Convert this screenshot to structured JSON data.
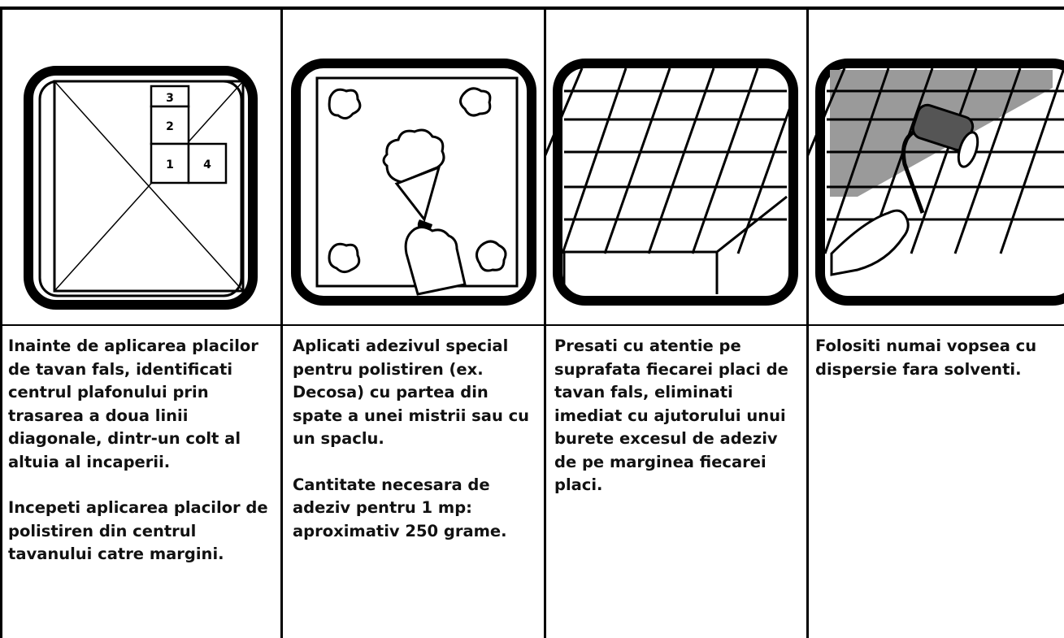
{
  "steps": [
    {
      "illustration": "ceiling-diagonals-tile-order-icon",
      "tile_numbers": [
        "3",
        "2",
        "1",
        "4"
      ],
      "paragraphs": [
        "Inainte de aplicarea placilor de tavan fals, identificati centrul plafonului prin trasarea a doua linii diagonale, dintr-un colt al altuia al incaperii.",
        "Incepeti aplicarea placilor de polistiren din centrul tavanului catre margini."
      ]
    },
    {
      "illustration": "spatula-adhesive-icon",
      "paragraphs": [
        "Aplicati adezivul special pentru polistiren (ex. Decosa) cu partea din spate a unei mistrii sau cu un spaclu.",
        "Cantitate necesara de adeziv pentru 1 mp: aproximativ 250 grame."
      ]
    },
    {
      "illustration": "tiled-ceiling-icon",
      "paragraphs": [
        "Presati cu atentie pe suprafata fiecarei placi de tavan fals, eliminati imediat cu ajutorului unui burete excesul de adeziv de pe marginea fiecarei placi."
      ]
    },
    {
      "illustration": "paint-roller-icon",
      "paragraphs": [
        "Folositi numai vopsea cu dispersie fara solventi."
      ]
    }
  ]
}
